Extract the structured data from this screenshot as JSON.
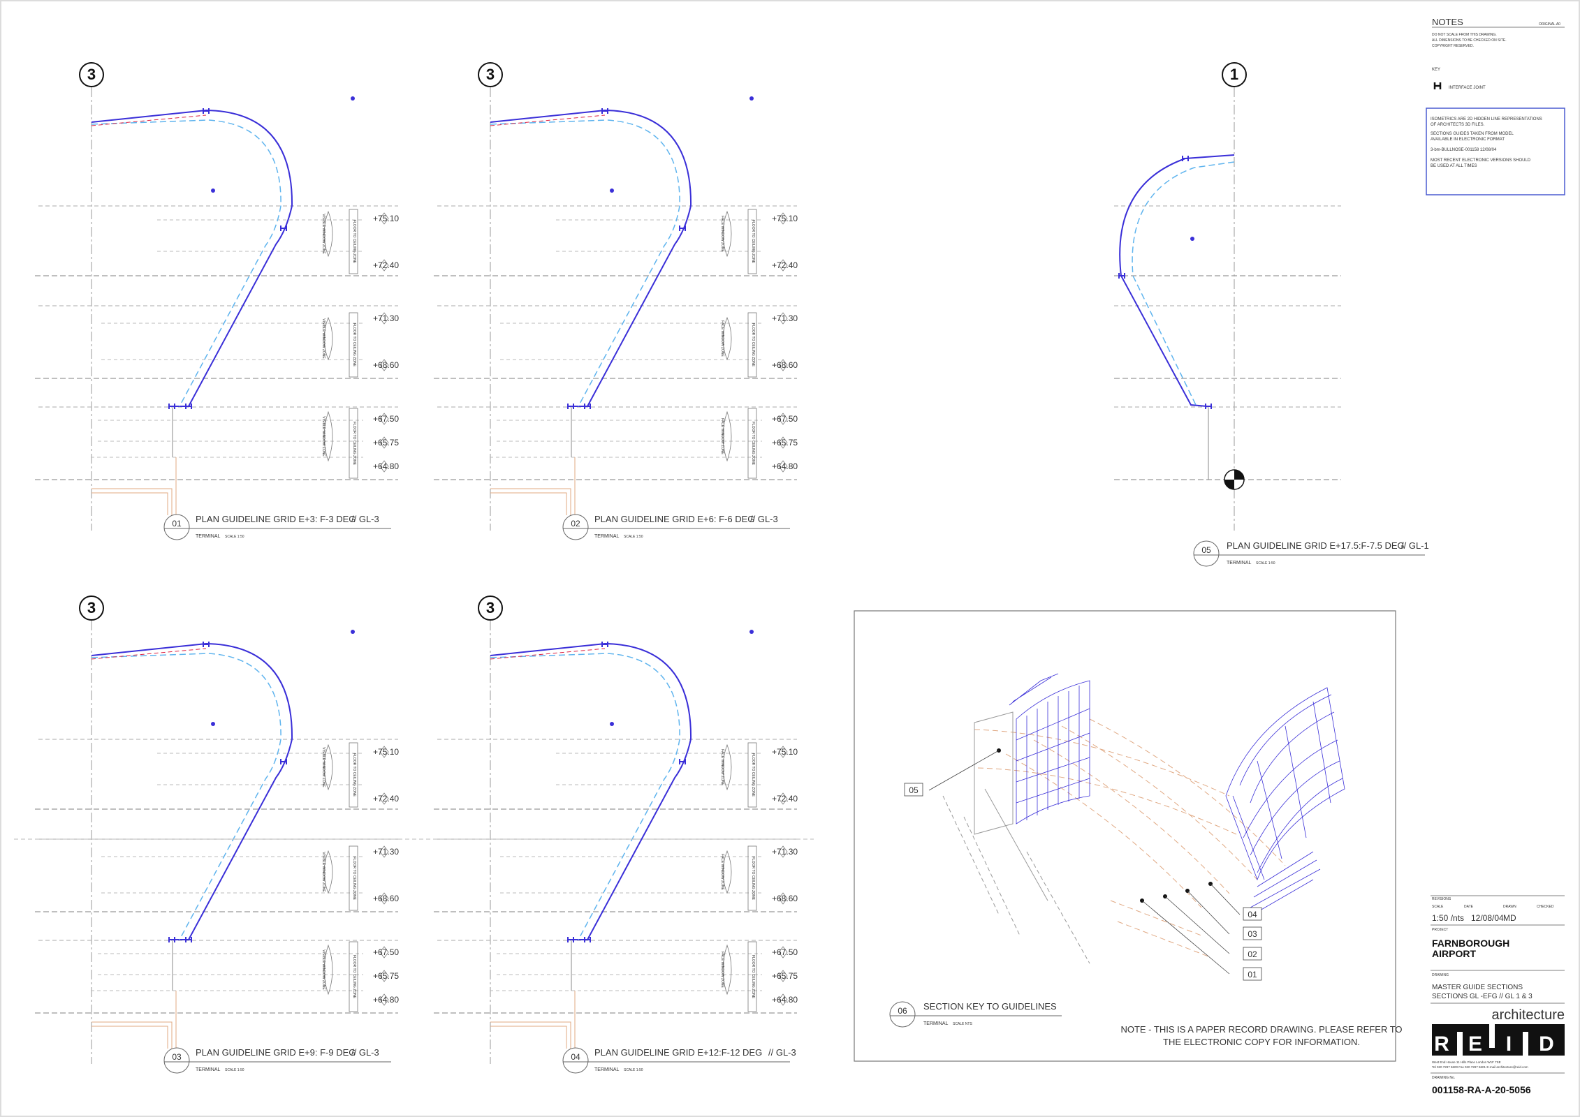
{
  "notes": {
    "heading": "NOTES",
    "original": "ORIGINAL A0",
    "lines": [
      "DO NOT SCALE FROM THIS DRAWING.",
      "ALL DIMENSIONS TO BE CHECKED ON SITE.",
      "COPYRIGHT RESERVED."
    ],
    "key_label": "KEY",
    "key_item": "INTERFACE JOINT",
    "box_lines": [
      "ISOMETRICS ARE 2D HIDDEN LINE REPRESENTATIONS",
      "OF ARCHITECTS 3D FILES.",
      "SECTIONS GUIDES TAKEN FROM MODEL",
      "AVAILABLE IN ELECTRONIC FORMAT",
      "3-bm-BULLNOSE-001158   12/08/04",
      "MOST RECENT ELECTRONIC VERSIONS SHOULD",
      "BE USED AT ALL TIMES"
    ]
  },
  "levels": [
    "+75.10",
    "+72.40",
    "+71.30",
    "+68.60",
    "+67.50",
    "+65.75",
    "+64.80"
  ],
  "zone_labels": {
    "a": "VISIBLE WINDOW ZONE",
    "b": "FLOOR TO CEILING ZONE",
    "c": "FACE WINDOW ZONE"
  },
  "plans": [
    {
      "grid": "3",
      "num": "01",
      "title": "PLAN GUIDELINE GRID E+3: F-3 DEG",
      "ref": "// GL-3",
      "sub": "TERMINAL",
      "scale": "SCALE 1:50"
    },
    {
      "grid": "3",
      "num": "02",
      "title": "PLAN GUIDELINE GRID E+6: F-6 DEG",
      "ref": "// GL-3",
      "sub": "TERMINAL",
      "scale": "SCALE 1:50"
    },
    {
      "grid": "3",
      "num": "03",
      "title": "PLAN GUIDELINE GRID E+9: F-9 DEG",
      "ref": "// GL-3",
      "sub": "TERMINAL",
      "scale": "SCALE 1:50"
    },
    {
      "grid": "3",
      "num": "04",
      "title": "PLAN GUIDELINE GRID E+12:F-12 DEG",
      "ref": "// GL-3",
      "sub": "TERMINAL",
      "scale": "SCALE 1:50"
    },
    {
      "grid": "1",
      "num": "05",
      "title": "PLAN GUIDELINE GRID E+17.5:F-7.5 DEG",
      "ref": "// GL-1",
      "sub": "TERMINAL",
      "scale": "SCALE 1:50"
    }
  ],
  "key_view": {
    "num": "06",
    "title": "SECTION KEY TO GUIDELINES",
    "sub": "TERMINAL",
    "scale": "SCALE NTS",
    "callouts": [
      "05",
      "04",
      "03",
      "02",
      "01"
    ],
    "note_line1": "NOTE - THIS IS A PAPER RECORD DRAWING. PLEASE REFER TO",
    "note_line2": "THE ELECTRONIC COPY FOR INFORMATION."
  },
  "title_block": {
    "revisions_label": "REVISIONS",
    "col_scale": "SCALE",
    "col_date": "DATE",
    "col_drawn": "DRAWN",
    "col_checked": "CHECKED",
    "scale": "1:50 /nts",
    "date": "12/08/04",
    "drawn": "MD",
    "project_label": "PROJECT",
    "project_line1": "FARNBOROUGH",
    "project_line2": "AIRPORT",
    "drawing_label": "DRAWING",
    "drawing_line1": "MASTER GUIDE SECTIONS",
    "drawing_line2": "SECTIONS  GL -EFG   // GL 1 & 3",
    "practice": "architecture",
    "logo_letters": [
      "R",
      "E",
      "I",
      "D"
    ],
    "address_line1": "West End House  11 Hills Place  London W1F 7SE",
    "address_line2": "Tel 020 7297 5600   Fax 020 7297 5601   E-mail architecture@reid.com",
    "drawing_no_label": "DRAWING No.",
    "drawing_no": "001158-RA-A-20-5056"
  },
  "colors": {
    "facade": "#3a2fd8",
    "offset": "#5fb4ee",
    "grid": "#9a9a9a",
    "accent": "#e0a882",
    "ink": "#222222",
    "frame": "#4a5bd0"
  }
}
